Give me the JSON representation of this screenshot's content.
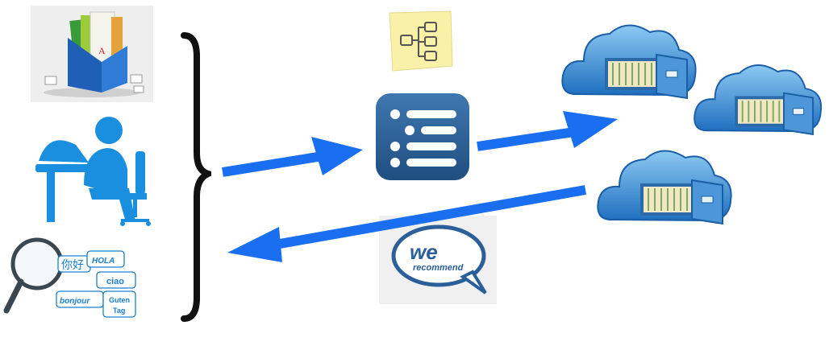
{
  "left_column": {
    "files_icon": {
      "icon": "file-organizer-icon",
      "letter": "A"
    },
    "user_icon": {
      "icon": "user-at-desk-icon"
    },
    "language_icon": {
      "icon": "magnifier-languages-icon",
      "words": [
        "你好",
        "HOLA",
        "ciao",
        "bonjour",
        "Guten",
        "Tag"
      ]
    }
  },
  "brace": {
    "icon": "curly-brace-icon"
  },
  "center": {
    "sticky_note": {
      "icon": "folder-tree-note-icon"
    },
    "list_icon": {
      "icon": "list-app-icon"
    },
    "recommend_badge": {
      "icon": "we-recommend-badge-icon",
      "line1": "we",
      "line2": "recommend"
    }
  },
  "clouds": [
    {
      "icon": "cloud-storage-drawer-icon"
    },
    {
      "icon": "cloud-storage-drawer-icon"
    },
    {
      "icon": "cloud-storage-drawer-icon"
    }
  ],
  "arrows": [
    {
      "icon": "arrow-right-icon"
    },
    {
      "icon": "arrow-right-icon"
    },
    {
      "icon": "arrow-left-icon"
    }
  ],
  "colors": {
    "arrow": "#1a6ff0",
    "icon_blue": "#1a8fe0",
    "cloud_blue": "#3f9ee0",
    "list_bg": "#2d5f93",
    "note_yellow": "#f9f1a8"
  }
}
